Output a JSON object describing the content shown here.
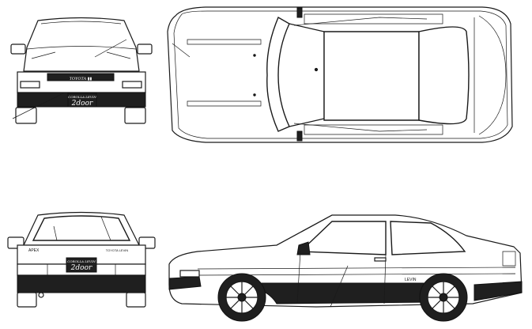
{
  "front_view": {
    "plate_line1": "COROLLA LEVIN",
    "plate_line2": "2door",
    "grille_badge": "TOYOTA ▮▮"
  },
  "rear_view": {
    "plate_line1": "COROLLA LEVIN",
    "plate_line2": "2door",
    "trunk_badge_left": "APEX",
    "trunk_badge_right": "TOYOTA LEVIN"
  },
  "side_view": {
    "body_badge": "LEVIN"
  }
}
